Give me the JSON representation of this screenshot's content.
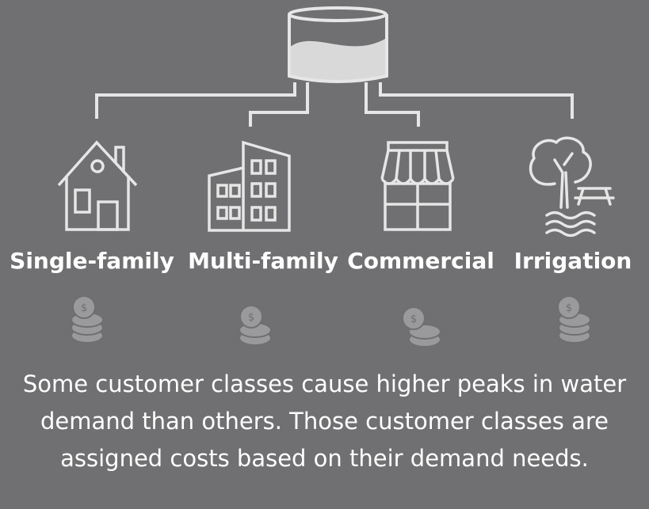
{
  "classes": [
    {
      "id": "single-family",
      "label": "Single-family",
      "icon": "house-icon"
    },
    {
      "id": "multi-family",
      "label": "Multi-family",
      "icon": "apartment-building-icon"
    },
    {
      "id": "commercial",
      "label": "Commercial",
      "icon": "storefront-icon"
    },
    {
      "id": "irrigation",
      "label": "Irrigation",
      "icon": "tree-picnic-table-icon"
    }
  ],
  "source_icon": "water-tank-icon",
  "cost_icon": "coin-stack-icon",
  "caption": "Some customer classes cause higher peaks in water demand than others. Those customer classes are assigned costs based on their demand needs.",
  "colors": {
    "background": "#707073",
    "line": "#e6e6e6",
    "water": "#d9d9d9",
    "coin": "#9a9a9c",
    "coin_edge": "#6f6f72",
    "text": "#ffffff"
  }
}
